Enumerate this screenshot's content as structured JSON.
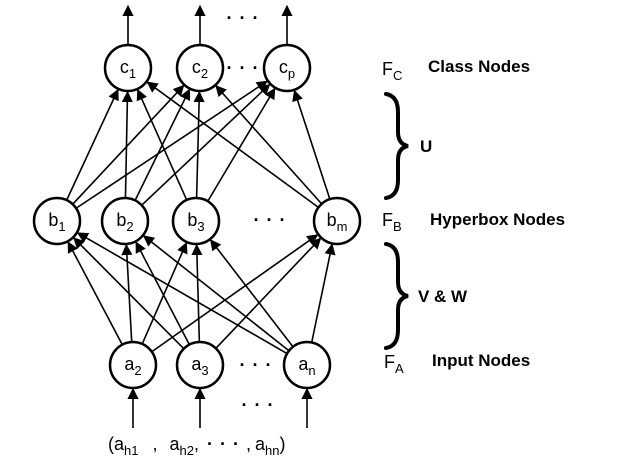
{
  "layers": {
    "class": {
      "symbol": "F",
      "symbol_sub": "C",
      "name": "Class Nodes",
      "nodes": [
        {
          "main": "c",
          "sub": "1"
        },
        {
          "main": "c",
          "sub": "2"
        },
        {
          "main": "c",
          "sub": "p"
        }
      ],
      "ellipsis": "· · ·"
    },
    "hyperbox": {
      "symbol": "F",
      "symbol_sub": "B",
      "name": "Hyperbox Nodes",
      "nodes": [
        {
          "main": "b",
          "sub": "1"
        },
        {
          "main": "b",
          "sub": "2"
        },
        {
          "main": "b",
          "sub": "3"
        },
        {
          "main": "b",
          "sub": "m"
        }
      ],
      "ellipsis": "· · ·"
    },
    "input": {
      "symbol": "F",
      "symbol_sub": "A",
      "name": "Input Nodes",
      "nodes": [
        {
          "main": "a",
          "sub": "2"
        },
        {
          "main": "a",
          "sub": "3"
        },
        {
          "main": "a",
          "sub": "n"
        }
      ],
      "ellipsis": "· · ·"
    }
  },
  "weights": {
    "upper": "U",
    "lower": "V & W"
  },
  "output_ellipsis": "· · ·",
  "input_arrow_ellipsis": "· · ·",
  "input_vector": {
    "open": "(",
    "items": [
      {
        "main": "a",
        "sub": "h1"
      },
      {
        "main": "a",
        "sub": "h2"
      },
      {
        "main": "a",
        "sub": "hn"
      }
    ],
    "separator": ",",
    "ellipsis": "· · ·",
    "close": ")"
  }
}
